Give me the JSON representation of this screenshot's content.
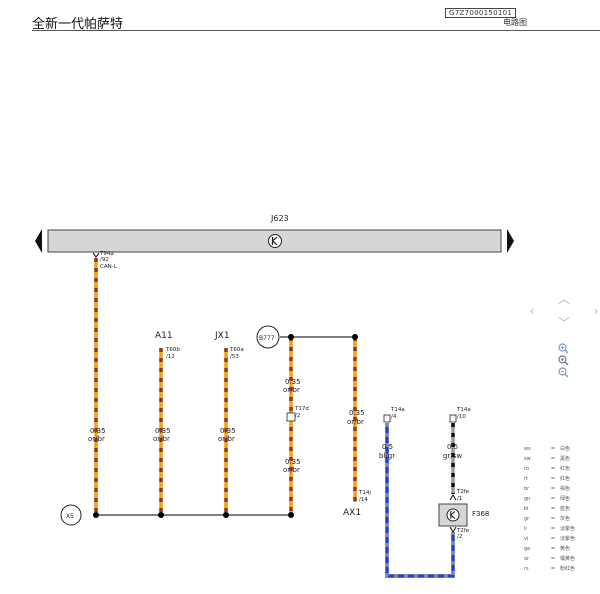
{
  "header": {
    "car_model": "全新一代帕萨特",
    "doc_code": "G7Z7000150101",
    "page_label": "电路图"
  },
  "module": {
    "name": "J623"
  },
  "wires": [
    {
      "id": "can-wire",
      "connector": "T94a",
      "pin": "/92",
      "signal": "CAN-L",
      "cross": "0.35",
      "color_code": "or/br"
    },
    {
      "id": "a11-wire",
      "terminal": "A11",
      "connector": "T60b",
      "pin": "/12",
      "cross": "0.35",
      "color_code": "or/br"
    },
    {
      "id": "jx1-wire",
      "terminal": "JX1",
      "connector": "T60a",
      "pin": "/53",
      "cross": "0.35",
      "color_code": "or/br"
    },
    {
      "id": "b777-wire",
      "splice": "B777",
      "connector": "T17d",
      "pin": "/2",
      "cross_top": "0.35",
      "color_top": "or/br",
      "cross_bottom": "0.35",
      "color_bottom": "or/br"
    },
    {
      "id": "ax1-wire",
      "terminal": "AX1",
      "connector": "T14j",
      "pin": "/14",
      "cross": "0.35",
      "color_code": "or/br"
    },
    {
      "id": "blue-wire",
      "connector": "T14a",
      "pin": "/4",
      "cross": "0.5",
      "color_code": "bl/gr"
    },
    {
      "id": "grey-wire",
      "connector": "T14a",
      "pin": "/10",
      "cross": "0.5",
      "color_code": "gr/sw"
    }
  ],
  "ground_point": "X5",
  "sensor": {
    "name": "F368",
    "conn_top": "T2fe",
    "pin_top": "/1",
    "conn_bottom": "T2fe",
    "pin_bottom": "/2"
  },
  "legend": [
    {
      "code": "ws",
      "eq": "=",
      "name": "白色"
    },
    {
      "code": "sw",
      "eq": "=",
      "name": "黑色"
    },
    {
      "code": "ro",
      "eq": "=",
      "name": "红色"
    },
    {
      "code": "rt",
      "eq": "=",
      "name": "红色"
    },
    {
      "code": "br",
      "eq": "=",
      "name": "褐色"
    },
    {
      "code": "gn",
      "eq": "=",
      "name": "绿色"
    },
    {
      "code": "bl",
      "eq": "=",
      "name": "蓝色"
    },
    {
      "code": "gr",
      "eq": "=",
      "name": "灰色"
    },
    {
      "code": "li",
      "eq": "=",
      "name": "淡紫色"
    },
    {
      "code": "vi",
      "eq": "=",
      "name": "淡紫色"
    },
    {
      "code": "ge",
      "eq": "=",
      "name": "黄色"
    },
    {
      "code": "or",
      "eq": "=",
      "name": "橘黄色"
    },
    {
      "code": "rs",
      "eq": "=",
      "name": "粉红色"
    }
  ],
  "colors": {
    "orange": "#f5a10c",
    "brown": "#8b3a2a",
    "blue": "#1e40d8",
    "grey": "#9a9a9a",
    "black": "#000000",
    "bus_fill": "#d6d6d6"
  },
  "icons": {
    "scroll_left": "arrow-left-icon",
    "scroll_right": "arrow-right-icon",
    "nav_up": "chevron-up-icon",
    "nav_down": "chevron-down-icon",
    "nav_left": "chevron-left-icon",
    "nav_right": "chevron-right-icon",
    "zoom_in": "zoom-in-icon",
    "zoom_reset": "zoom-reset-icon",
    "zoom_out": "zoom-out-icon"
  }
}
